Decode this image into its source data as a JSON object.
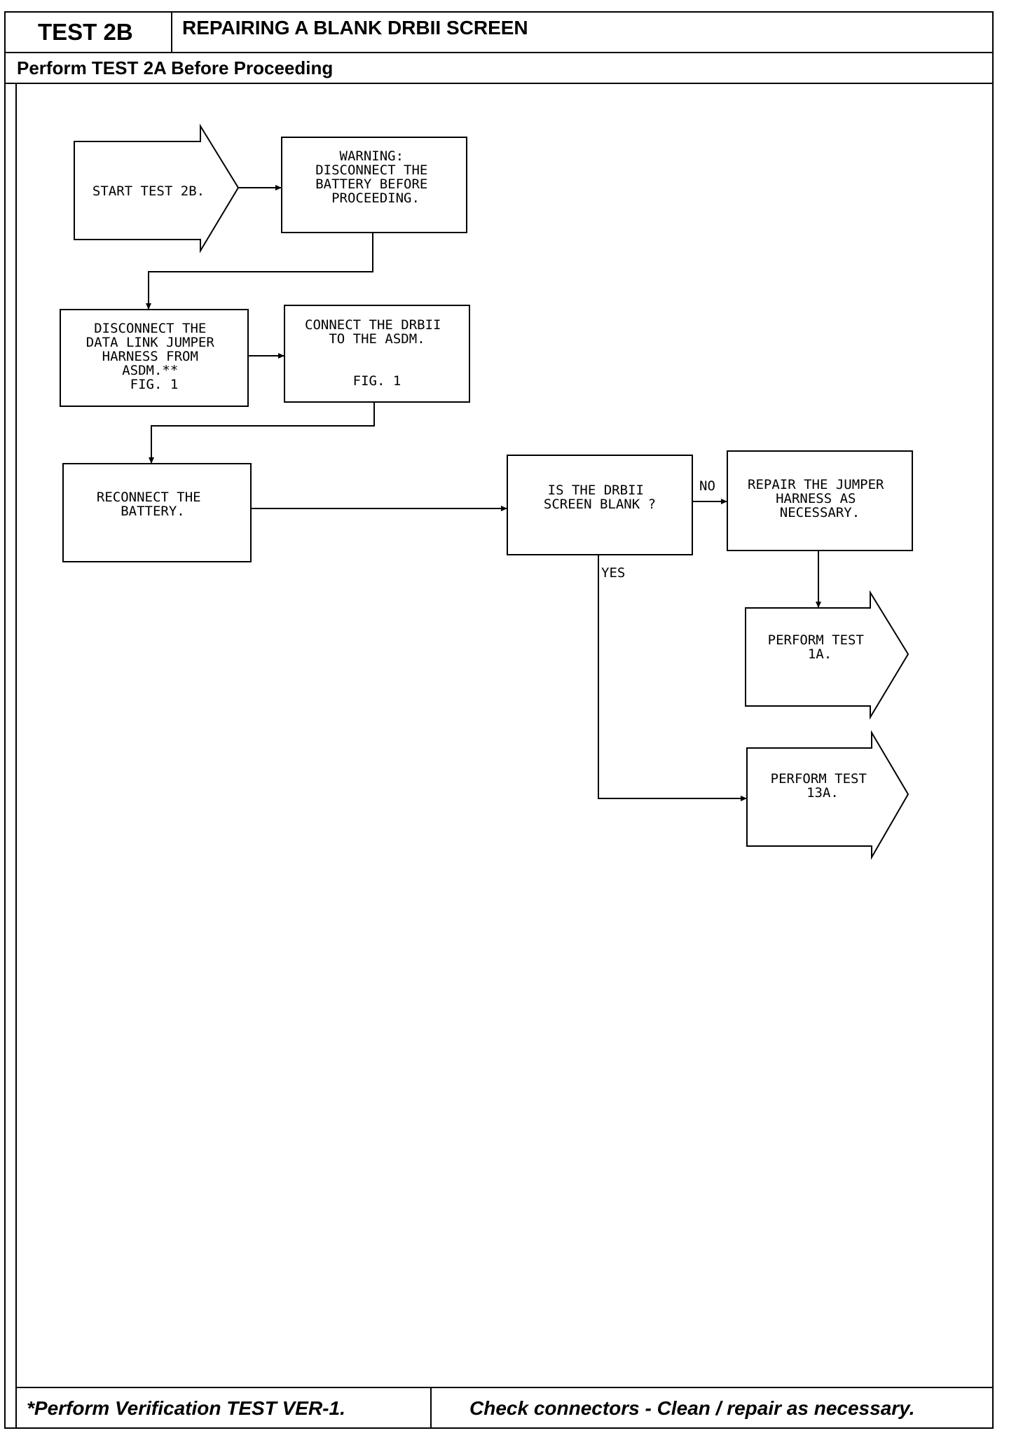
{
  "header": {
    "test_id": "TEST 2B",
    "title": "REPAIRING A BLANK DRBII SCREEN",
    "prerequisite": "Perform TEST 2A Before Proceeding"
  },
  "flowchart": {
    "start": [
      "START TEST 2B."
    ],
    "warning": [
      "WARNING:",
      "DISCONNECT THE",
      "BATTERY BEFORE",
      "PROCEEDING."
    ],
    "disconnect_jumper": [
      "DISCONNECT THE",
      "DATA LINK JUMPER",
      "HARNESS FROM",
      "ASDM.**",
      "FIG. 1"
    ],
    "connect_drbii": [
      "CONNECT THE DRBII",
      "TO THE ASDM."
    ],
    "connect_drbii_fig": "FIG. 1",
    "reconnect_battery": [
      "RECONNECT THE",
      "BATTERY."
    ],
    "decision": [
      "IS THE DRBII",
      "SCREEN BLANK ?"
    ],
    "no_label": "NO",
    "yes_label": "YES",
    "repair_harness": [
      "REPAIR THE JUMPER",
      "HARNESS AS",
      "NECESSARY."
    ],
    "perform_1a": [
      "PERFORM TEST",
      "1A."
    ],
    "perform_13a": [
      "PERFORM TEST",
      "13A."
    ]
  },
  "footer": {
    "left": "*Perform Verification TEST VER-1.",
    "right": "Check connectors - Clean / repair as necessary."
  }
}
